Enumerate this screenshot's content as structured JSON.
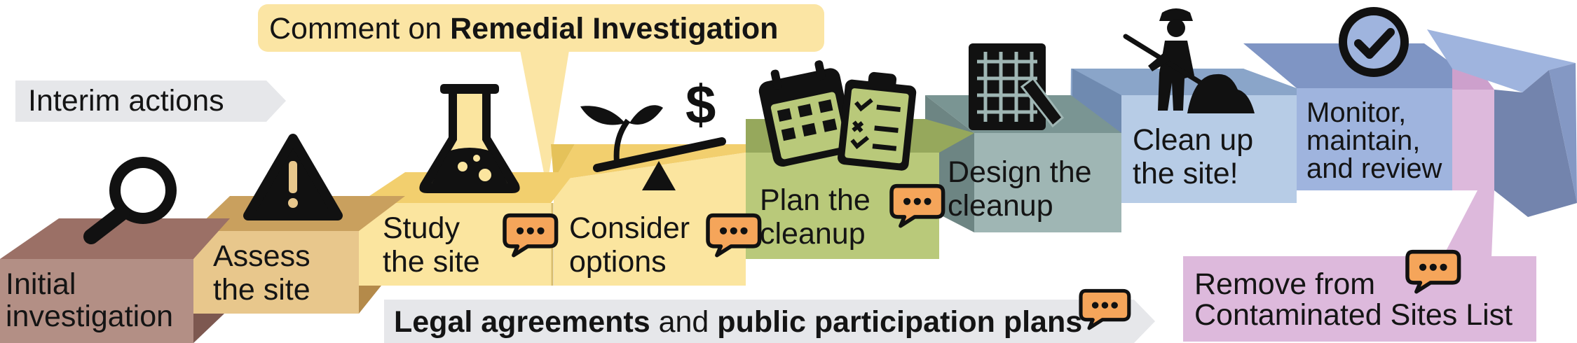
{
  "callout_top": {
    "prefix": "Comment on ",
    "bold": "Remedial Investigation"
  },
  "interim": "Interim actions",
  "legal": {
    "part1": "Legal agreements",
    "part2": " and ",
    "part3": "public participation plans"
  },
  "steps": [
    {
      "line1": "Initial",
      "line2": "investigation",
      "color": "#b38f85"
    },
    {
      "line1": "Assess",
      "line2": "the site",
      "color": "#e8c78c"
    },
    {
      "line1": "Study",
      "line2": "the site",
      "color": "#fbe59f"
    },
    {
      "line1": "Consider",
      "line2": "options",
      "color": "#fbe59f"
    },
    {
      "line1": "Plan the",
      "line2": "cleanup",
      "color": "#b9c97a"
    },
    {
      "line1": "Design the",
      "line2": "cleanup",
      "color": "#9fb6b4"
    },
    {
      "line1": "Clean up",
      "line2": "the site!",
      "color": "#b7cce6"
    },
    {
      "line1": "Monitor,",
      "line2": "maintain,",
      "line3a": "and ",
      "line3b": "review",
      "color": "#9fb4de"
    }
  ],
  "remove": {
    "line1": "Remove from",
    "line2": "Contaminated Sites List",
    "color": "#ddb9dc"
  },
  "colors": {
    "comment_bubble": "#f5a55a",
    "icon": "#111111",
    "callout": "#fbe5a4",
    "gray_band": "#e6e7ea"
  },
  "icons": [
    "magnifier-icon",
    "warning-icon",
    "flask-icon",
    "scale-plant-dollar-icon",
    "calendar-clipboard-icon",
    "blueprint-pencil-icon",
    "worker-shovel-icon",
    "checkmark-circle-icon",
    "comment-bubble-icon"
  ]
}
